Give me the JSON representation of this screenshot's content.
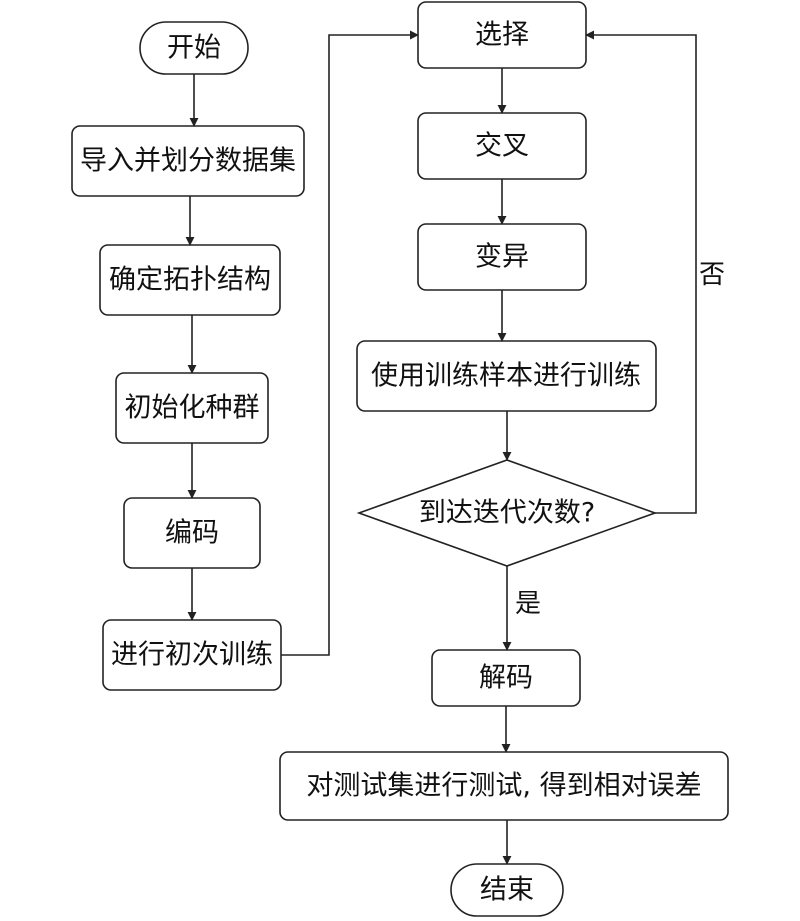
{
  "nodes": {
    "start": "开始",
    "import_split": "导入并划分数据集",
    "topology": "确定拓扑结构",
    "init_population": "初始化种群",
    "encode": "编码",
    "initial_training": "进行初次训练",
    "selection": "选择",
    "crossover": "交叉",
    "mutation": "变异",
    "train_samples": "使用训练样本进行训练",
    "iteration_check": "到达迭代次数?",
    "decode": "解码",
    "test": "对测试集进行测试, 得到相对误差",
    "end": "结束"
  },
  "edge_labels": {
    "yes": "是",
    "no": "否"
  },
  "colors": {
    "stroke": "#222222",
    "fill": "#ffffff",
    "text": "#111111"
  }
}
